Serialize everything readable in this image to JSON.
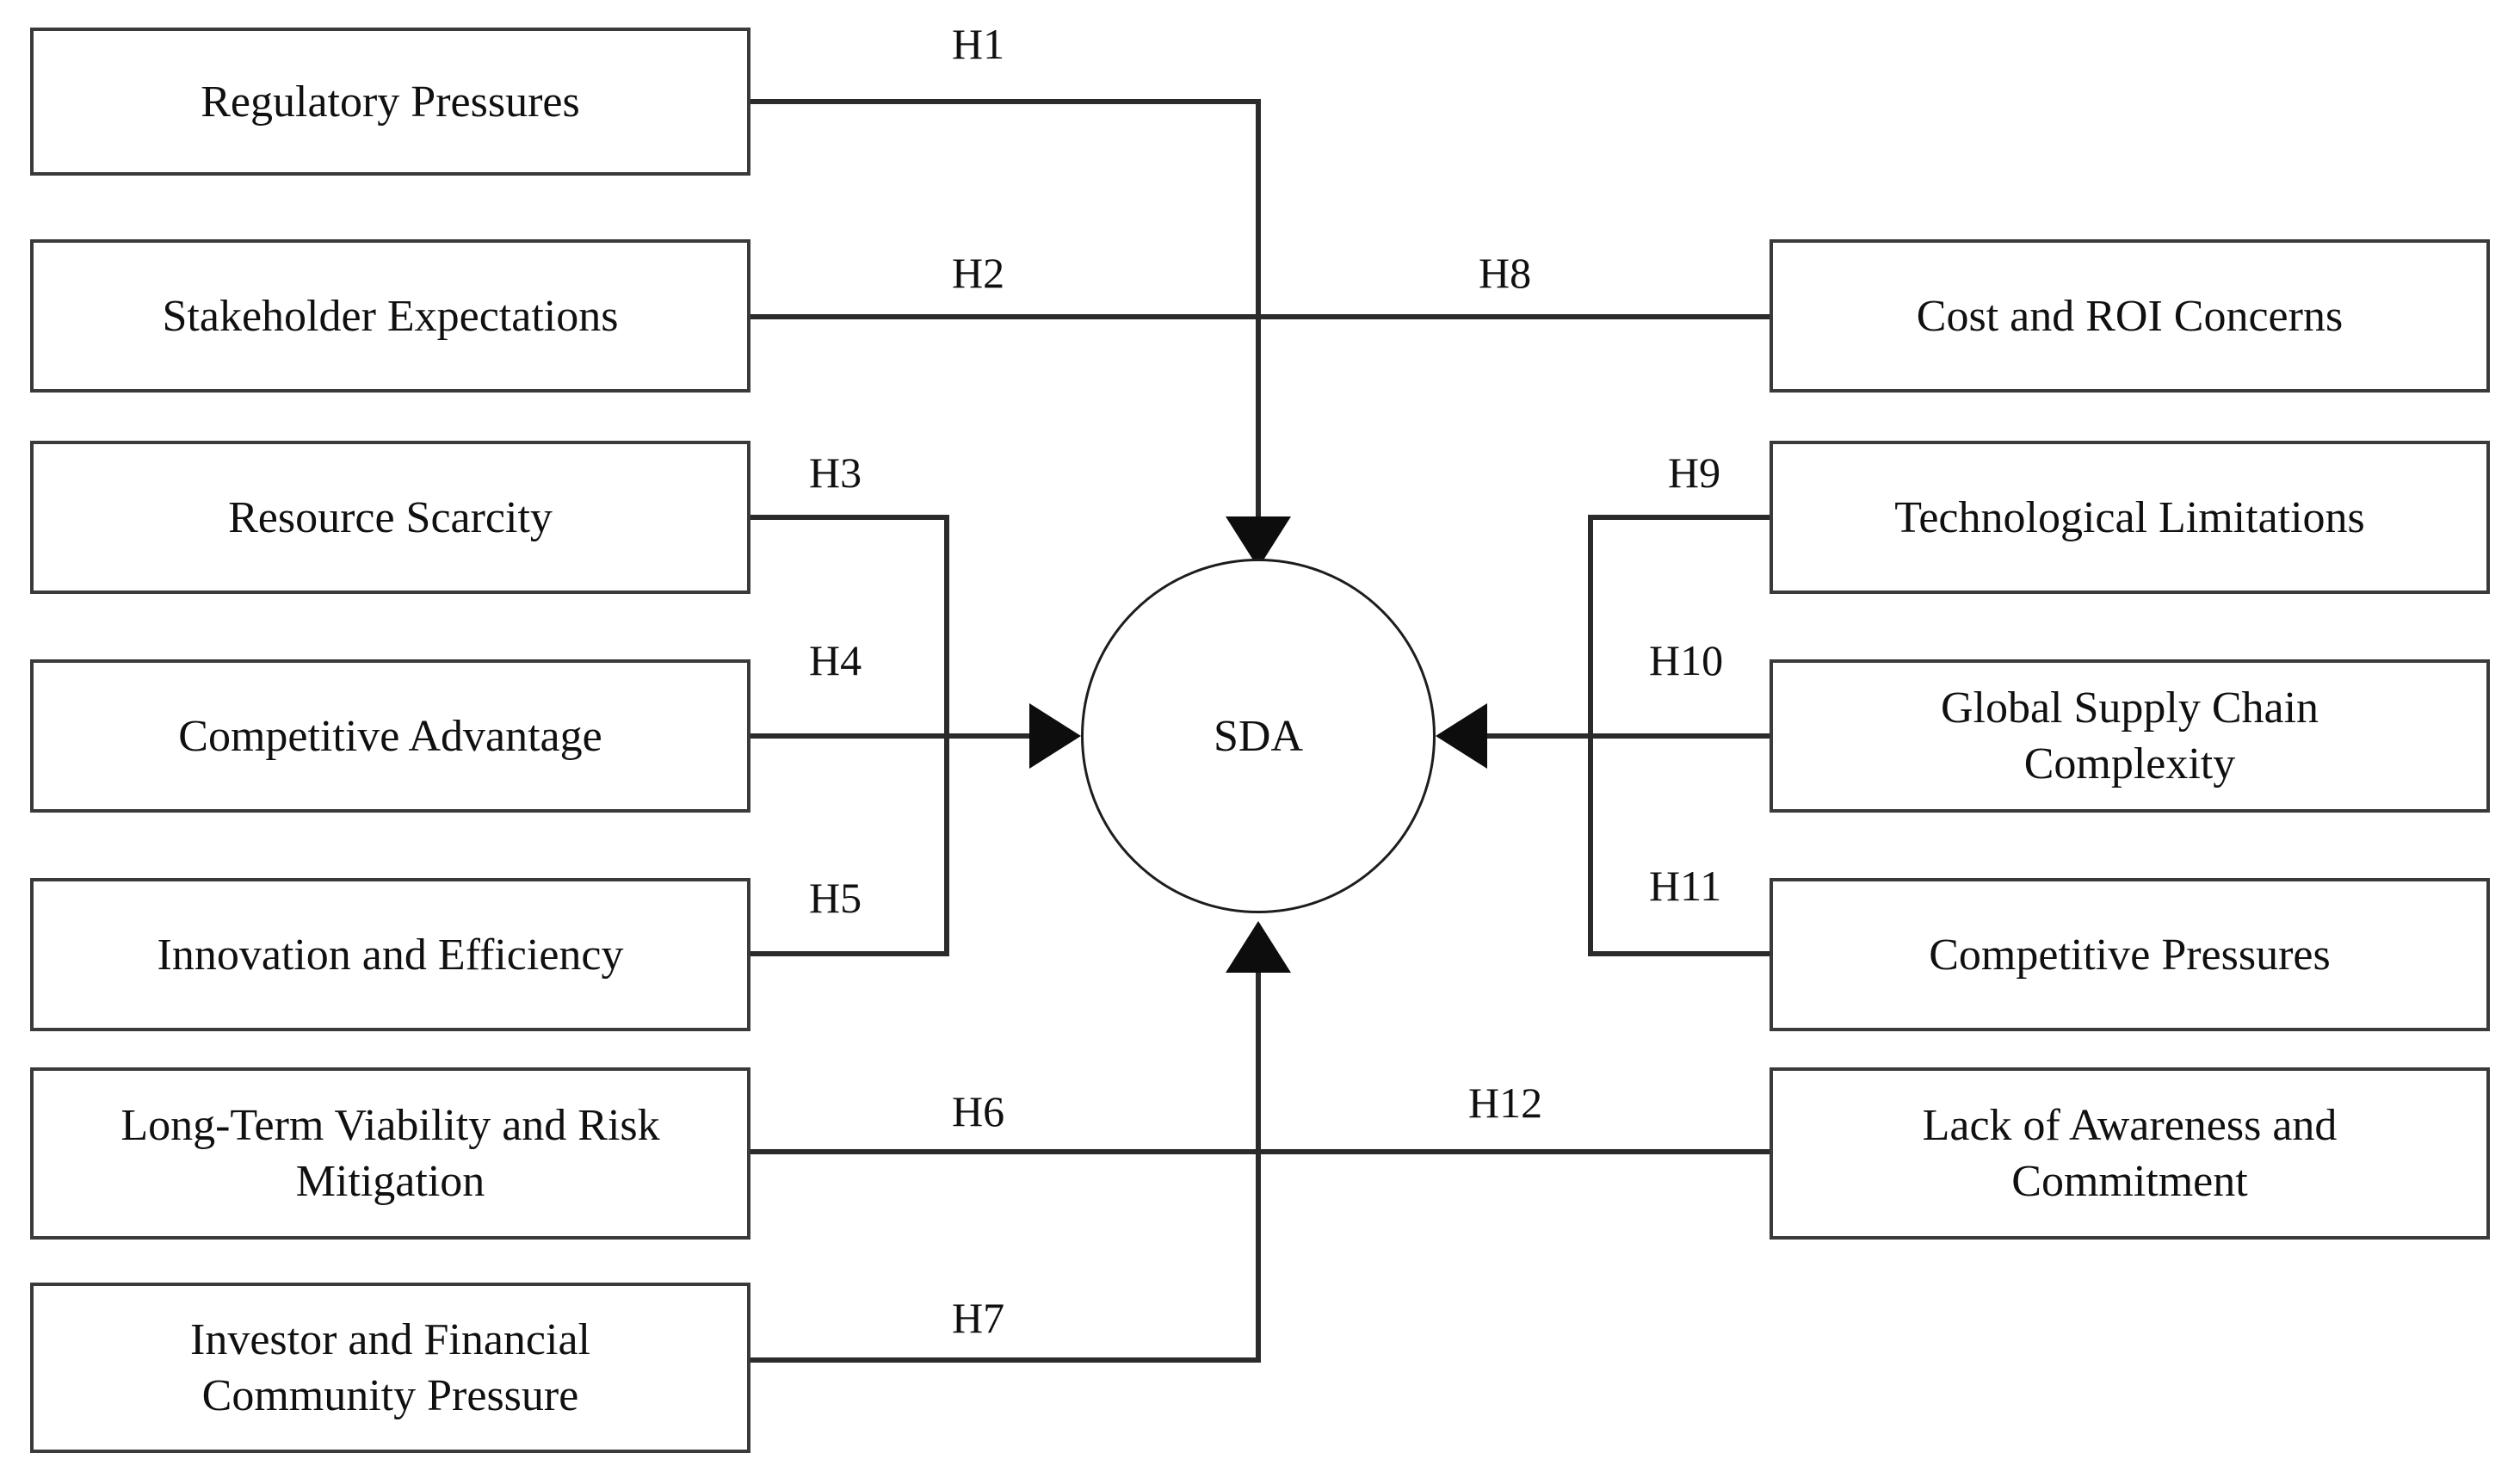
{
  "diagram": {
    "center": {
      "label": "SDA"
    },
    "left_nodes": [
      {
        "label": "Regulatory Pressures"
      },
      {
        "label": "Stakeholder Expectations"
      },
      {
        "label": "Resource Scarcity"
      },
      {
        "label": "Competitive Advantage"
      },
      {
        "label": "Innovation and Efficiency"
      },
      {
        "label": "Long-Term Viability and Risk\nMitigation"
      },
      {
        "label": "Investor and Financial\nCommunity Pressure"
      }
    ],
    "right_nodes": [
      {
        "label": "Cost and ROI Concerns"
      },
      {
        "label": "Technological Limitations"
      },
      {
        "label": "Global Supply Chain\nComplexity"
      },
      {
        "label": "Competitive Pressures"
      },
      {
        "label": "Lack of Awareness and\nCommitment"
      }
    ],
    "hypotheses": [
      {
        "id": "H1",
        "label": "H1"
      },
      {
        "id": "H2",
        "label": "H2"
      },
      {
        "id": "H3",
        "label": "H3"
      },
      {
        "id": "H4",
        "label": "H4"
      },
      {
        "id": "H5",
        "label": "H5"
      },
      {
        "id": "H6",
        "label": "H6"
      },
      {
        "id": "H7",
        "label": "H7"
      },
      {
        "id": "H8",
        "label": "H8"
      },
      {
        "id": "H9",
        "label": "H9"
      },
      {
        "id": "H10",
        "label": "H10"
      },
      {
        "id": "H11",
        "label": "H11"
      },
      {
        "id": "H12",
        "label": "H12"
      }
    ],
    "colors": {
      "box_border": "#3a3a3a",
      "line": "#2b2b2b",
      "text": "#101010",
      "background": "#ffffff"
    }
  }
}
